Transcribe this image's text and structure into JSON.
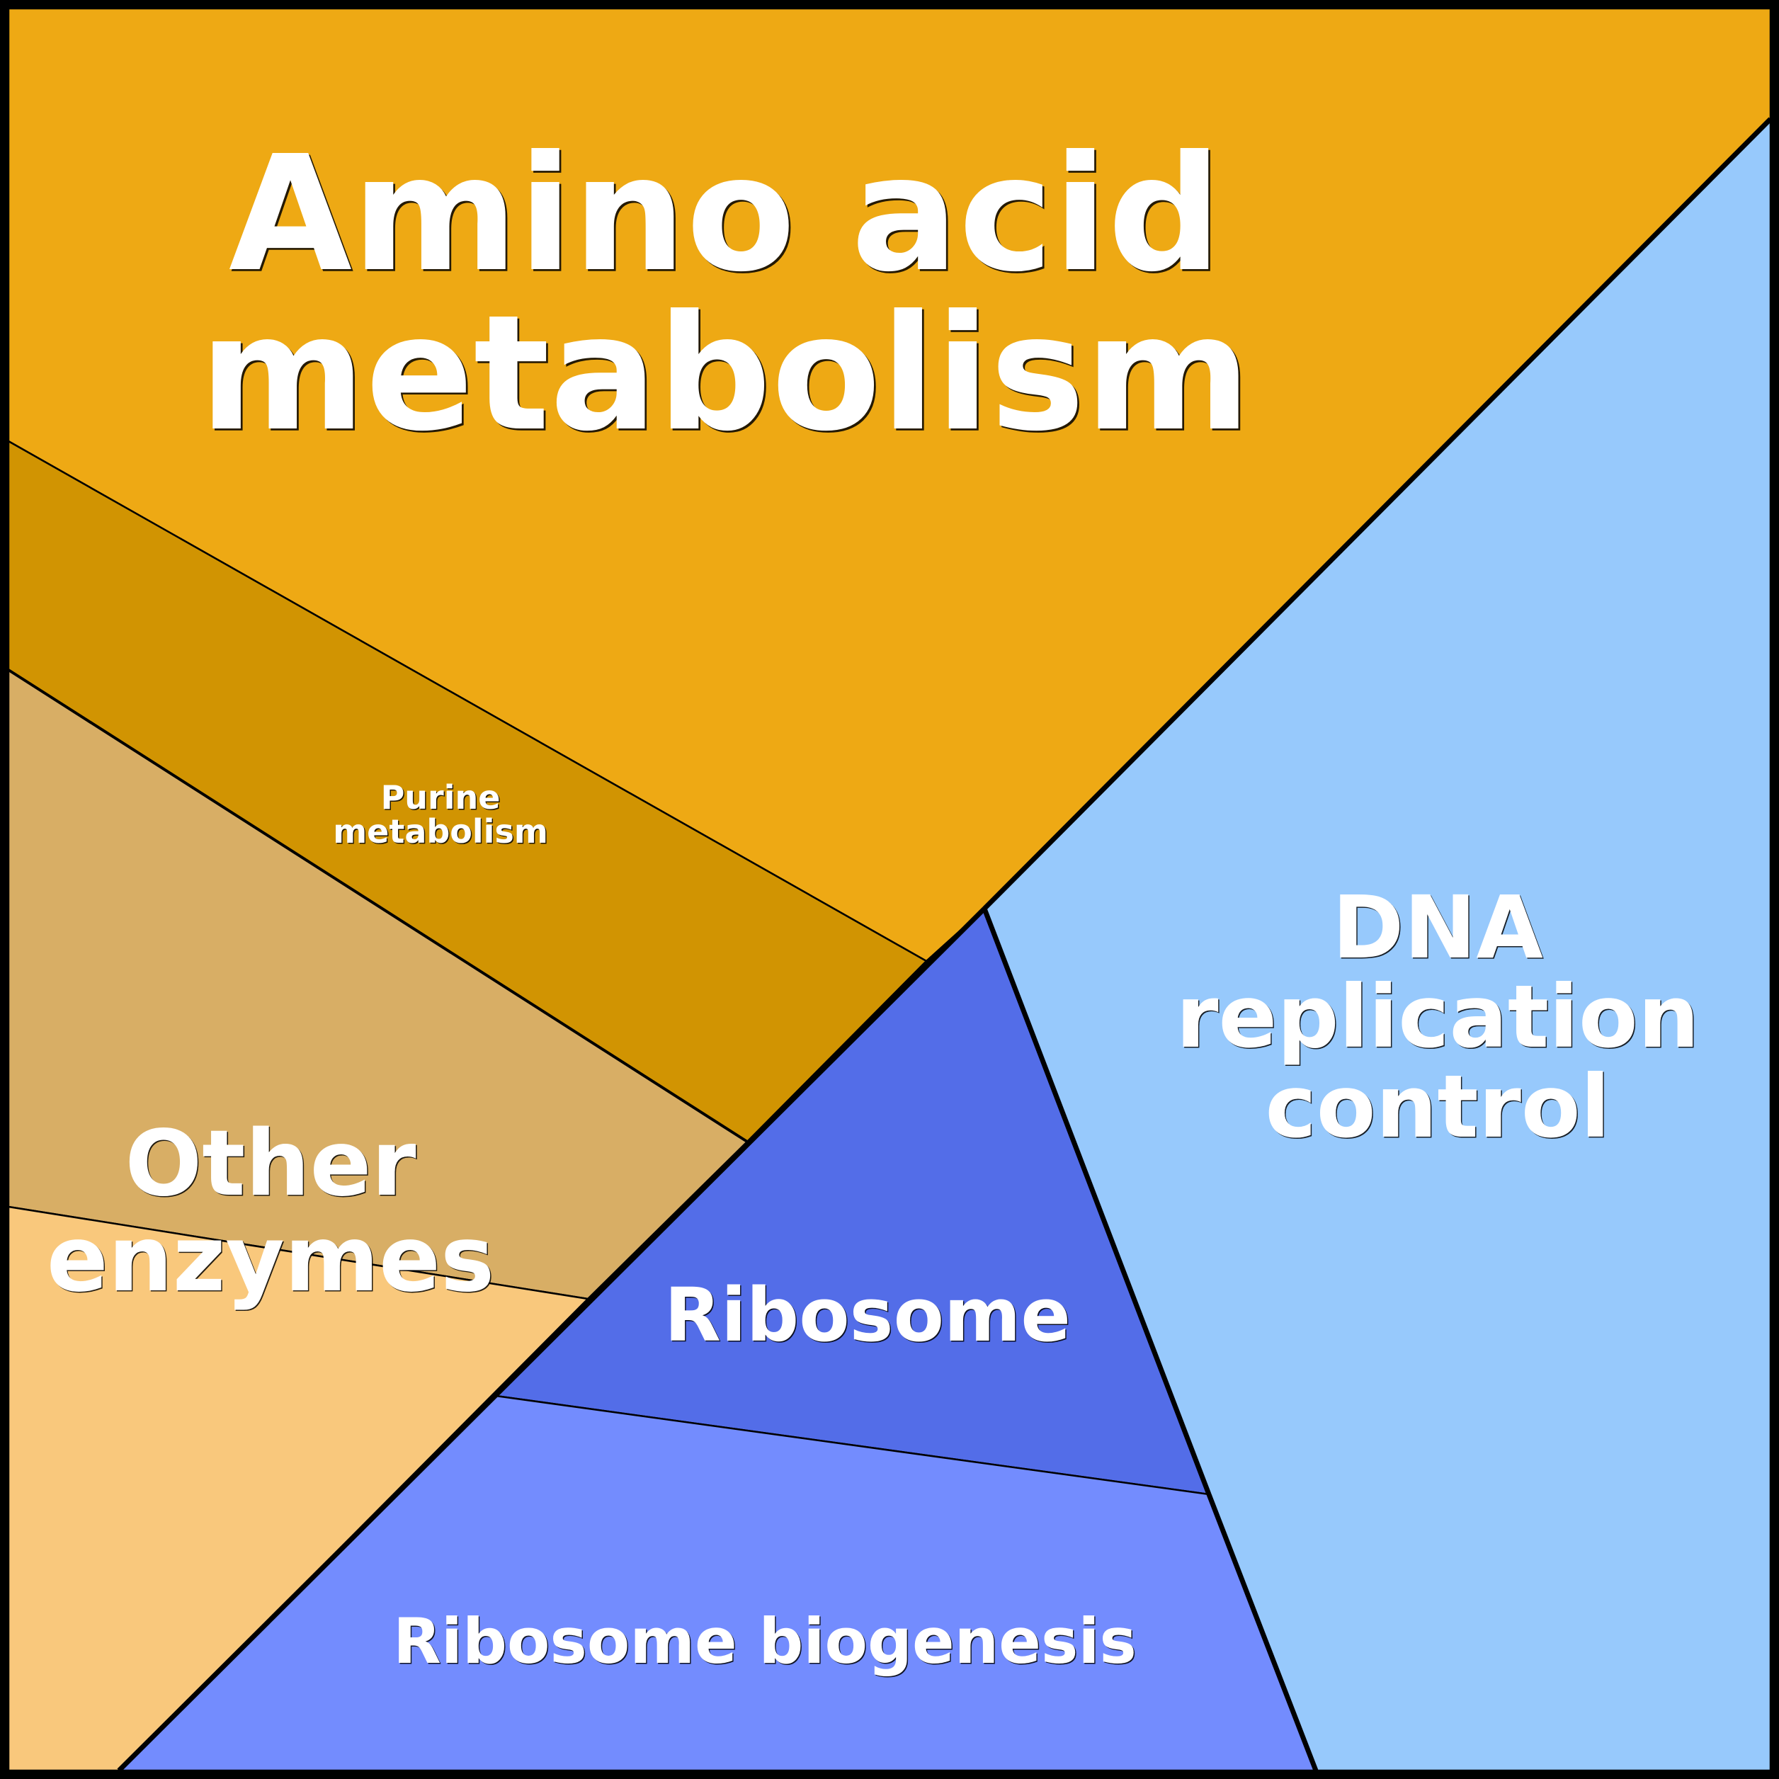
{
  "diagram": {
    "type": "voronoi-treemap",
    "border_color": "#000000",
    "label_color": "#ffffff",
    "cells": [
      {
        "id": "amino-acid-metabolism",
        "label": [
          "Amino acid",
          "metabolism"
        ],
        "color": "#EEA914",
        "group": "metabolism"
      },
      {
        "id": "purine-metabolism",
        "label": [
          "Purine",
          "metabolism"
        ],
        "color": "#D19402",
        "group": "metabolism"
      },
      {
        "id": "other-enzymes-upper",
        "label": [
          "Other",
          "enzymes"
        ],
        "color": "#D8AE65",
        "group": "metabolism"
      },
      {
        "id": "other-enzymes-lower",
        "label": [],
        "color": "#F9C87C",
        "group": "metabolism"
      },
      {
        "id": "ribosome",
        "label": [
          "Ribosome"
        ],
        "color": "#536DE8",
        "group": "translation"
      },
      {
        "id": "ribosome-biogenesis",
        "label": [
          "Ribosome biogenesis"
        ],
        "color": "#738CFE",
        "group": "translation"
      },
      {
        "id": "dna-replication-control",
        "label": [
          "DNA",
          "replication",
          "control"
        ],
        "color": "#97C9FC",
        "group": "replication"
      }
    ]
  }
}
